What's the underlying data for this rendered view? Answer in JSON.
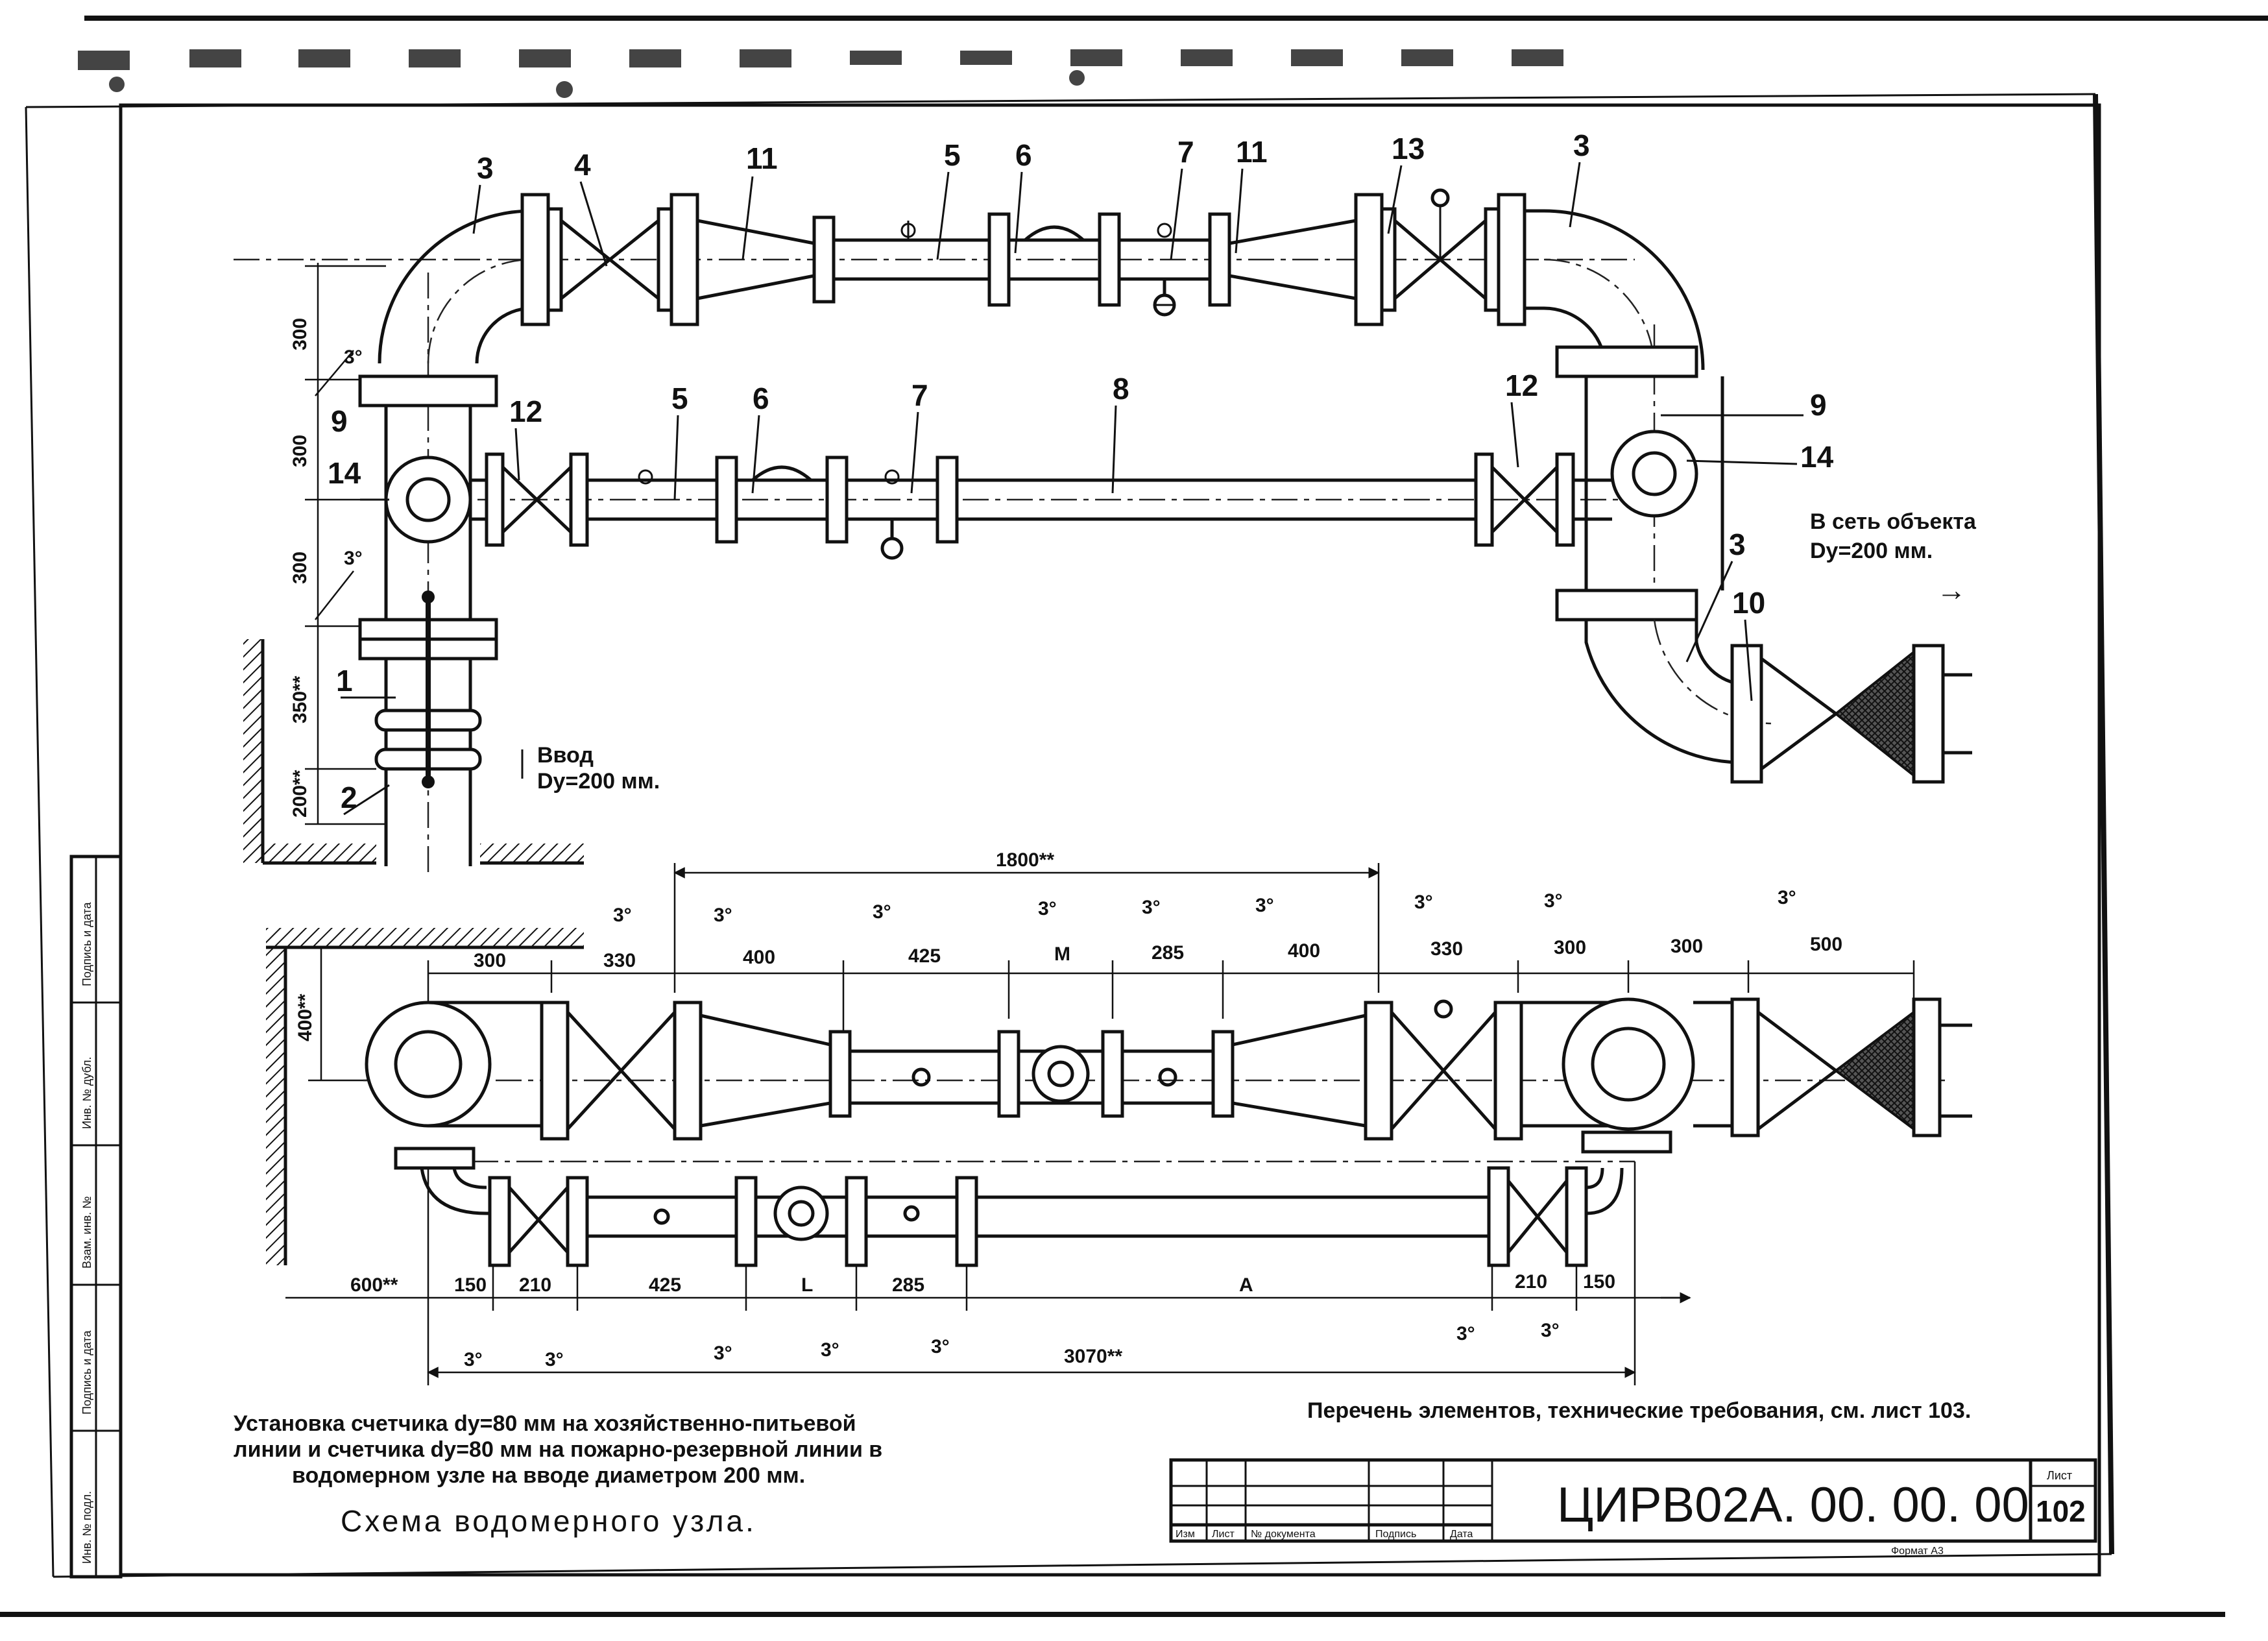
{
  "drawing": {
    "description_lines": [
      "Установка счетчика dy=80 мм на хозяйственно-питьевой",
      "линии и счетчика dy=80 мм на пожарно-резервной линии в",
      "водомерном узле на вводе диаметром 200 мм."
    ],
    "caption": "Схема водомерного узла.",
    "reference_note": "Перечень элементов, технические требования, см. лист 103.",
    "inlet_label": "Ввод",
    "inlet_size": "Dy=200 мм.",
    "outlet_label": "В сеть объекта",
    "outlet_size": "Dy=200 мм.",
    "arrow": "→"
  },
  "plan_view": {
    "positions_upper": [
      "3",
      "4",
      "11",
      "5",
      "6",
      "7",
      "11",
      "13",
      "3"
    ],
    "positions_middle": [
      "9",
      "12",
      "14",
      "5",
      "6",
      "7",
      "8",
      "12",
      "9",
      "14"
    ],
    "positions_side": [
      "1",
      "2",
      "3",
      "10"
    ],
    "left_dims": [
      "300",
      "300",
      "300",
      "350**",
      "200**"
    ],
    "slope": "3°"
  },
  "lower_view": {
    "top_overall": "1800**",
    "left_vertical": "400**",
    "top_dims": [
      "300",
      "330",
      "400",
      "425",
      "M",
      "285",
      "400",
      "330",
      "300",
      "300",
      "500"
    ],
    "bottom_dims": [
      "600**",
      "150",
      "210",
      "425",
      "L",
      "285",
      "A",
      "210",
      "150"
    ],
    "bottom_overall": "3070**",
    "slope": "3°"
  },
  "title_block": {
    "designation": "ЦИРВ02А. 00. 00. 00",
    "sheet_label": "Лист",
    "sheet_number": "102",
    "format_label": "Формат А3",
    "columns": [
      "Изм",
      "Лист",
      "№ документа",
      "Подпись",
      "Дата"
    ]
  },
  "side_stamps": [
    "Подпись и дата",
    "Инв. № дубл.",
    "Взам. инв. №",
    "Подпись и дата",
    "Инв. № подл."
  ],
  "colors": {
    "ink": "#111111",
    "paper": "#ffffff"
  }
}
